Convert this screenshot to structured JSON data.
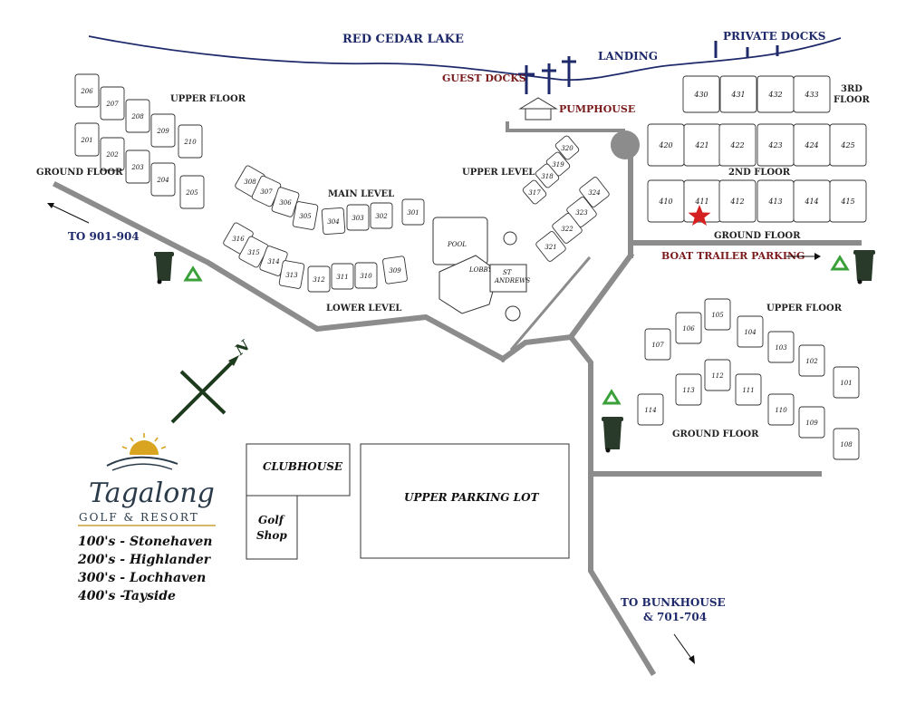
{
  "labels": {
    "lake": "RED CEDAR LAKE",
    "private_docks": "PRIVATE DOCKS",
    "landing": "LANDING",
    "guest_docks": "GUEST DOCKS",
    "pumphouse": "PUMPHOUSE",
    "to_901": "TO 901-904",
    "boat_trailer": "BOAT TRAILER PARKING",
    "to_bunkhouse_1": "TO BUNKHOUSE",
    "to_bunkhouse_2": "& 701-704",
    "clubhouse": "CLUBHOUSE",
    "golf_1": "Golf",
    "golf_2": "Shop",
    "upper_parking": "UPPER PARKING LOT",
    "north": "N",
    "pool": "POOL",
    "lobby": "LOBBY",
    "st_andrews_1": "ST",
    "st_andrews_2": "ANDREWS"
  },
  "building_200": {
    "upper_floor": "UPPER FLOOR",
    "ground_floor": "GROUND FLOOR",
    "upper_units": [
      "206",
      "207",
      "208",
      "209",
      "210"
    ],
    "ground_units": [
      "201",
      "202",
      "203",
      "204",
      "205"
    ]
  },
  "building_300": {
    "main_level": "MAIN LEVEL",
    "lower_level": "LOWER LEVEL",
    "upper_level": "UPPER LEVEL",
    "main_units": [
      "308",
      "307",
      "306",
      "305",
      "304",
      "303",
      "302",
      "301"
    ],
    "lower_units": [
      "316",
      "315",
      "314",
      "313",
      "312",
      "311",
      "310",
      "309"
    ],
    "upper_a_units": [
      "320",
      "319",
      "318",
      "317"
    ],
    "upper_b_units": [
      "324",
      "323",
      "322",
      "321"
    ]
  },
  "building_400": {
    "third_floor_1": "3RD",
    "third_floor_2": "FLOOR",
    "second_floor": "2ND FLOOR",
    "ground_floor": "GROUND FLOOR",
    "row3": [
      "430",
      "431",
      "432",
      "433"
    ],
    "row2": [
      "420",
      "421",
      "422",
      "423",
      "424",
      "425"
    ],
    "row1": [
      "410",
      "411",
      "412",
      "413",
      "414",
      "415"
    ]
  },
  "building_100": {
    "upper_floor": "UPPER FLOOR",
    "ground_floor": "GROUND FLOOR",
    "upper_units": [
      "107",
      "106",
      "105",
      "104",
      "103",
      "102",
      "101"
    ],
    "ground_units": [
      "114",
      "113",
      "112",
      "111",
      "110",
      "109",
      "108"
    ]
  },
  "logo": {
    "name": "Tagalong",
    "subtitle": "GOLF & RESORT"
  },
  "legend": [
    "100's -  Stonehaven",
    "200's -  Highlander",
    "300's - Lochhaven",
    "400's -Tayside"
  ],
  "colors": {
    "navy": "#1f2a6b",
    "road": "#8c8c8c",
    "star": "#d42020",
    "recycle": "#3aa03a",
    "label_red": "#7a1a1a",
    "trash_bin": "#2a3a2a"
  },
  "icons": [
    "recycle-icon",
    "trash-bin-icon",
    "star-icon",
    "compass-icon",
    "sun-icon",
    "arrow-icon"
  ]
}
